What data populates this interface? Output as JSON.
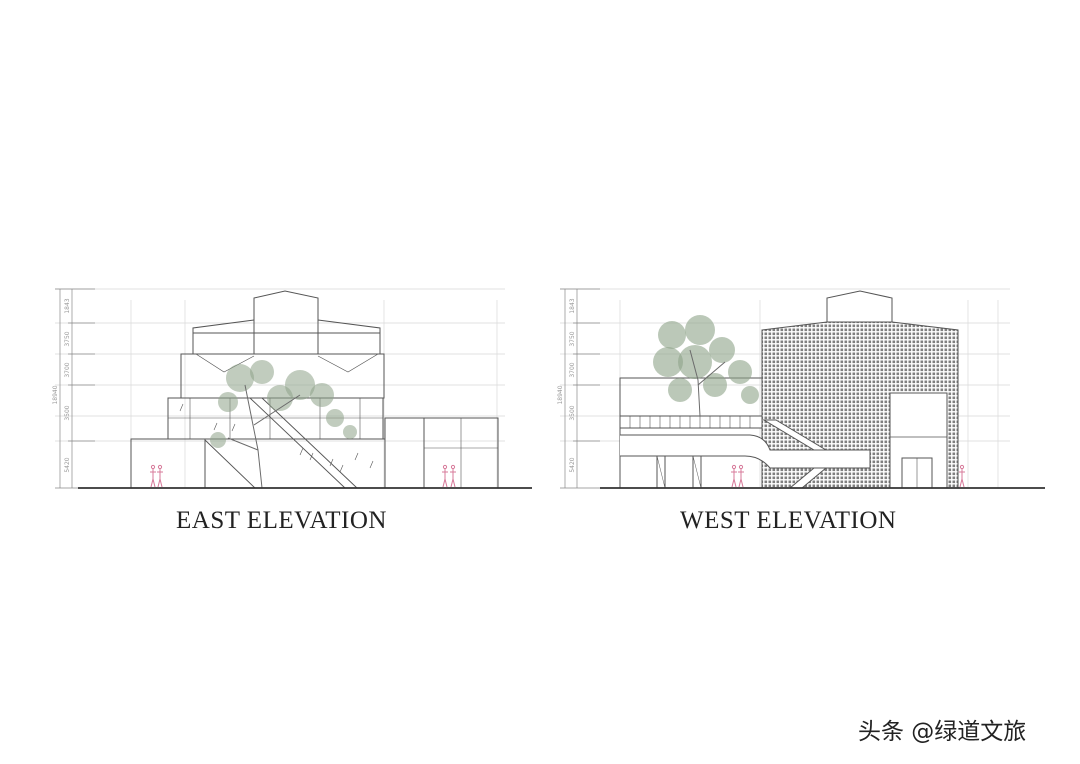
{
  "east": {
    "caption": "EAST ELEVATION",
    "dimensions": {
      "total": "18940",
      "segments": [
        "5420",
        "3500",
        "3700",
        "3750",
        "1843"
      ]
    }
  },
  "west": {
    "caption": "WEST ELEVATION",
    "dimensions": {
      "total": "18940",
      "segments": [
        "5420",
        "3500",
        "3700",
        "3750",
        "1843"
      ]
    }
  },
  "watermark": {
    "text": "头条 @绿道文旅"
  },
  "colors": {
    "line": "#555555",
    "grid": "#d8d8d8",
    "tree": "#8ea389",
    "figure": "#d77a9a",
    "brick": "#8a8a8a"
  }
}
